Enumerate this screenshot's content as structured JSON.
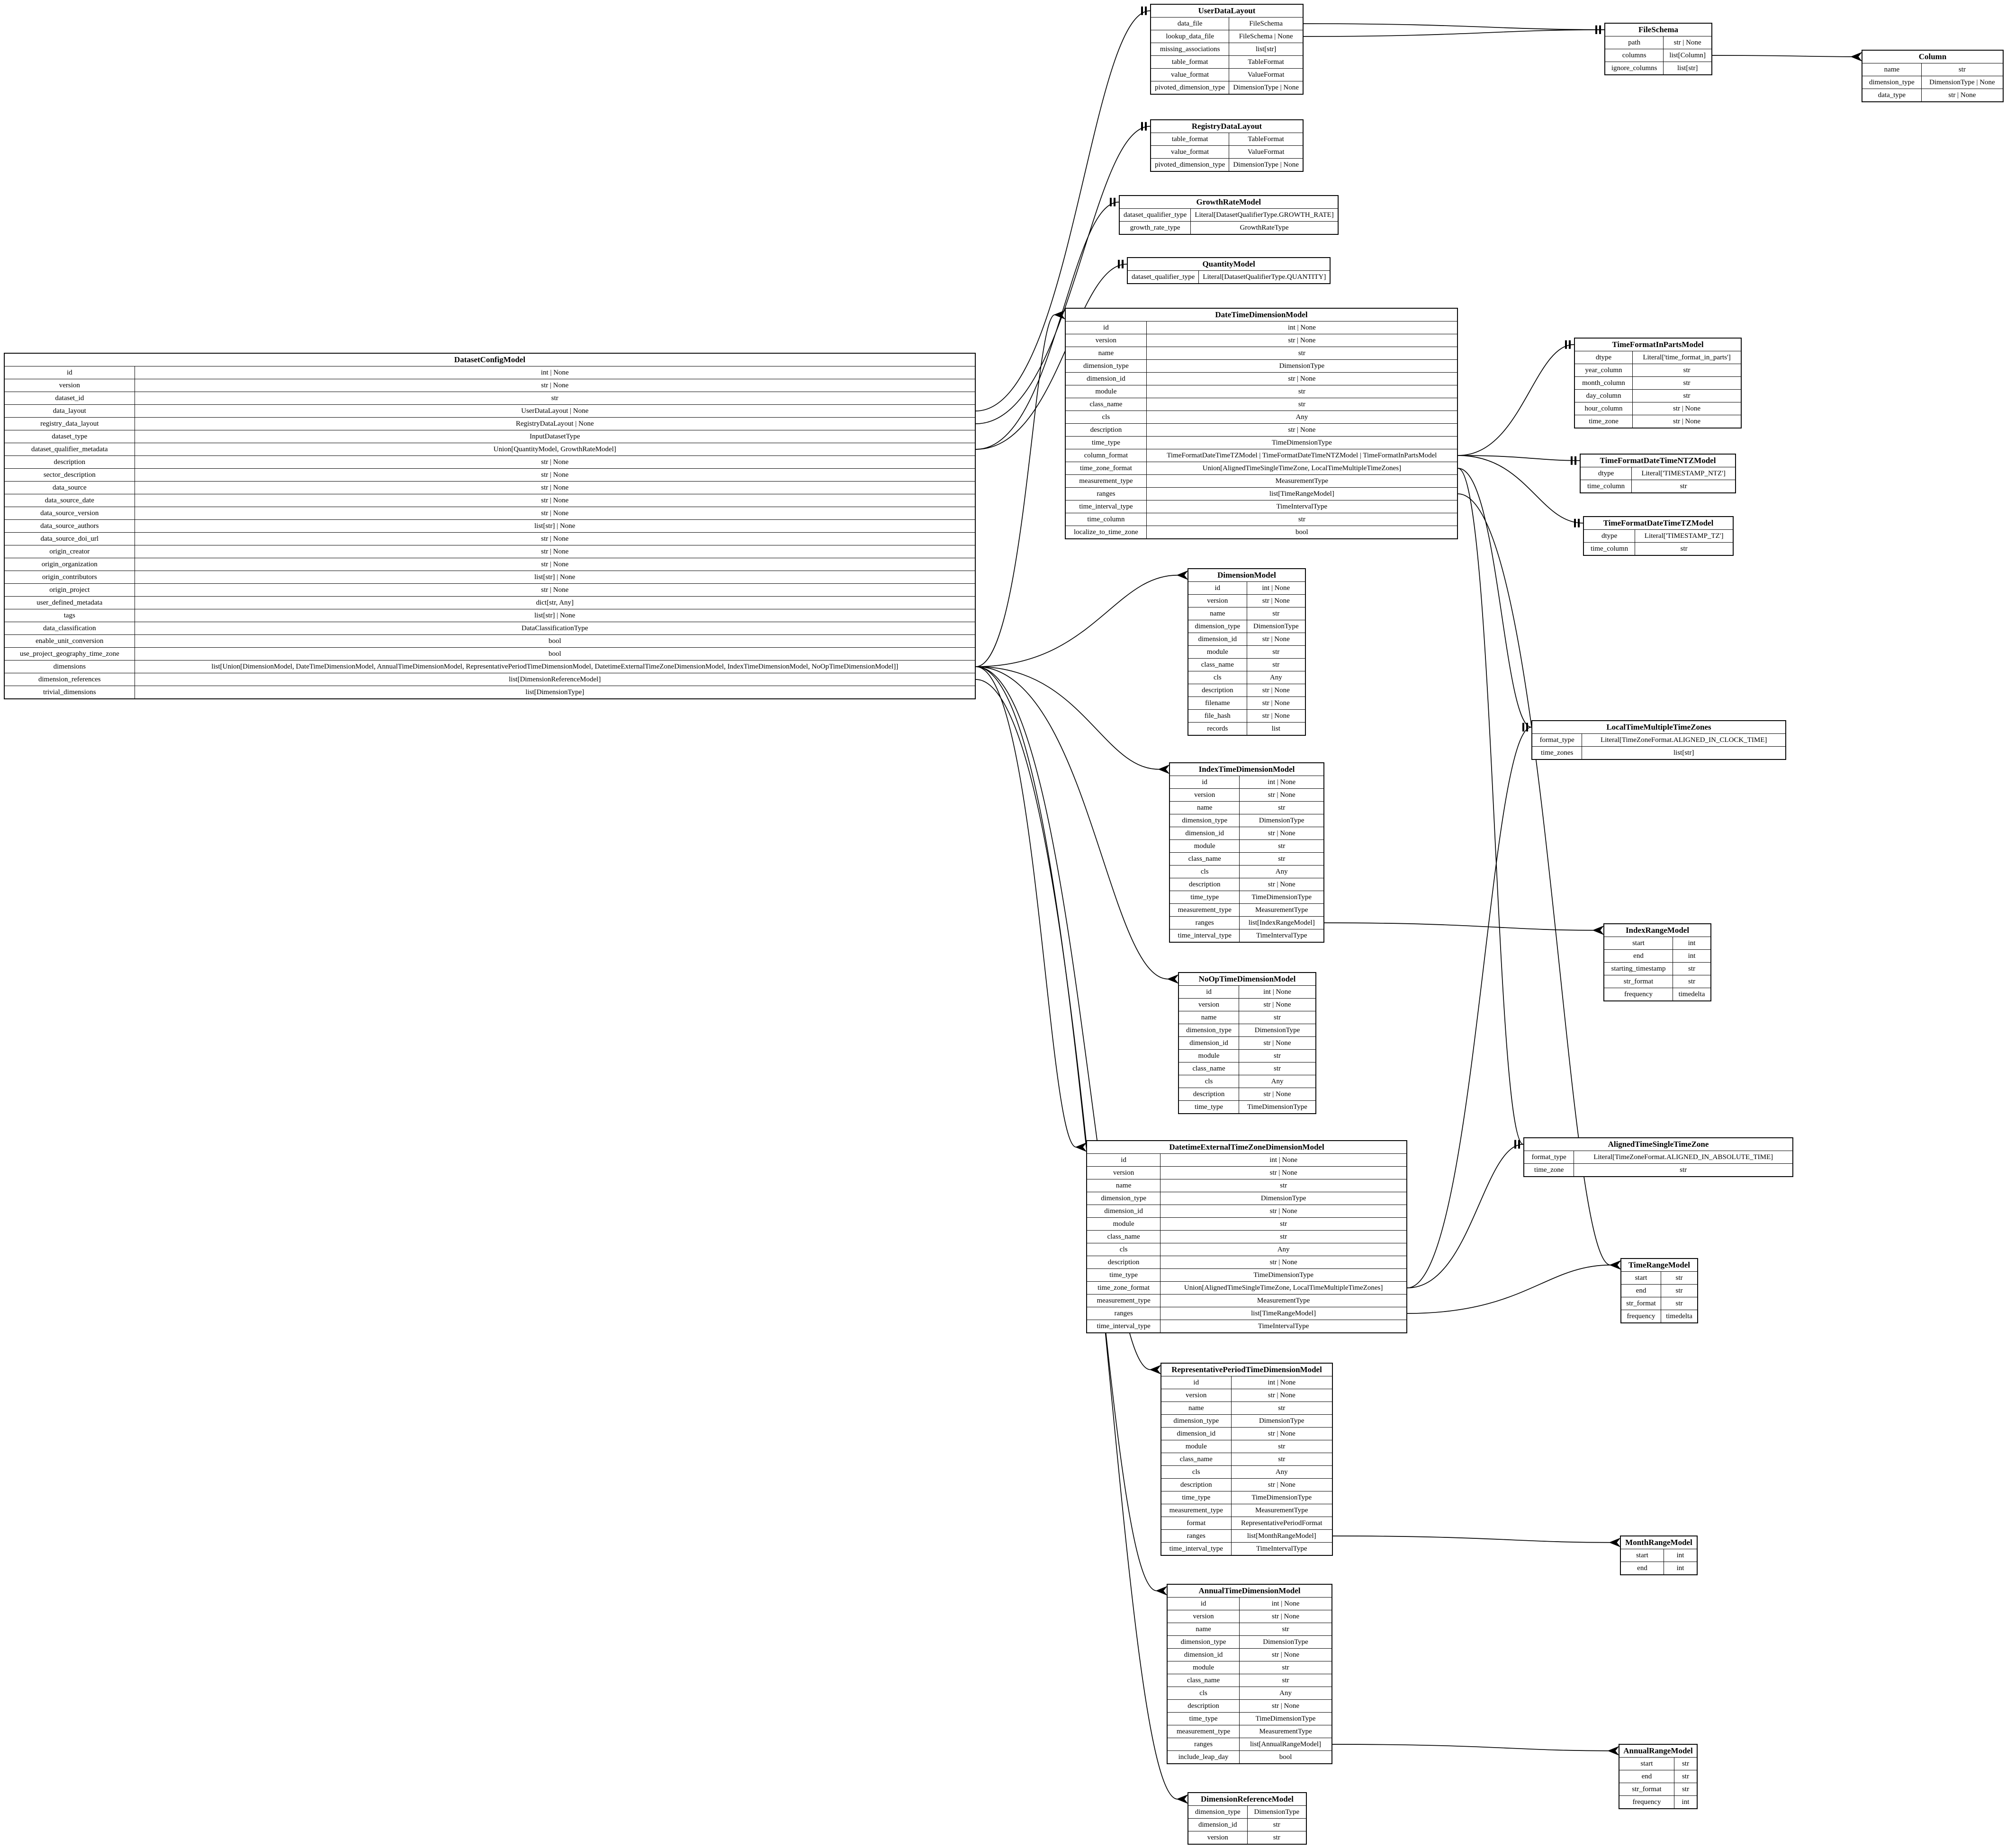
{
  "diagram": {
    "kind": "entity-relationship-class-diagram",
    "background": "#ffffff",
    "edge_color": "#000000",
    "text_color": "#000000"
  },
  "entities": [
    {
      "name": "DatasetConfigModel",
      "fields": [
        [
          "id",
          "int | None"
        ],
        [
          "version",
          "str | None"
        ],
        [
          "dataset_id",
          "str"
        ],
        [
          "data_layout",
          "UserDataLayout | None"
        ],
        [
          "registry_data_layout",
          "RegistryDataLayout | None"
        ],
        [
          "dataset_type",
          "InputDatasetType"
        ],
        [
          "dataset_qualifier_metadata",
          "Union[QuantityModel, GrowthRateModel]"
        ],
        [
          "description",
          "str | None"
        ],
        [
          "sector_description",
          "str | None"
        ],
        [
          "data_source",
          "str | None"
        ],
        [
          "data_source_date",
          "str | None"
        ],
        [
          "data_source_version",
          "str | None"
        ],
        [
          "data_source_authors",
          "list[str] | None"
        ],
        [
          "data_source_doi_url",
          "str | None"
        ],
        [
          "origin_creator",
          "str | None"
        ],
        [
          "origin_organization",
          "str | None"
        ],
        [
          "origin_contributors",
          "list[str] | None"
        ],
        [
          "origin_project",
          "str | None"
        ],
        [
          "user_defined_metadata",
          "dict[str, Any]"
        ],
        [
          "tags",
          "list[str] | None"
        ],
        [
          "data_classification",
          "DataClassificationType"
        ],
        [
          "enable_unit_conversion",
          "bool"
        ],
        [
          "use_project_geography_time_zone",
          "bool"
        ],
        [
          "dimensions",
          "list[Union[DimensionModel, DateTimeDimensionModel, AnnualTimeDimensionModel, RepresentativePeriodTimeDimensionModel, DatetimeExternalTimeZoneDimensionModel, IndexTimeDimensionModel, NoOpTimeDimensionModel]]"
        ],
        [
          "dimension_references",
          "list[DimensionReferenceModel]"
        ],
        [
          "trivial_dimensions",
          "list[DimensionType]"
        ]
      ]
    },
    {
      "name": "UserDataLayout",
      "fields": [
        [
          "data_file",
          "FileSchema"
        ],
        [
          "lookup_data_file",
          "FileSchema | None"
        ],
        [
          "missing_associations",
          "list[str]"
        ],
        [
          "table_format",
          "TableFormat"
        ],
        [
          "value_format",
          "ValueFormat"
        ],
        [
          "pivoted_dimension_type",
          "DimensionType | None"
        ]
      ]
    },
    {
      "name": "RegistryDataLayout",
      "fields": [
        [
          "table_format",
          "TableFormat"
        ],
        [
          "value_format",
          "ValueFormat"
        ],
        [
          "pivoted_dimension_type",
          "DimensionType | None"
        ]
      ]
    },
    {
      "name": "GrowthRateModel",
      "fields": [
        [
          "dataset_qualifier_type",
          "Literal[DatasetQualifierType.GROWTH_RATE]"
        ],
        [
          "growth_rate_type",
          "GrowthRateType"
        ]
      ]
    },
    {
      "name": "QuantityModel",
      "fields": [
        [
          "dataset_qualifier_type",
          "Literal[DatasetQualifierType.QUANTITY]"
        ]
      ]
    },
    {
      "name": "FileSchema",
      "fields": [
        [
          "path",
          "str | None"
        ],
        [
          "columns",
          "list[Column]"
        ],
        [
          "ignore_columns",
          "list[str]"
        ]
      ]
    },
    {
      "name": "Column",
      "fields": [
        [
          "name",
          "str"
        ],
        [
          "dimension_type",
          "DimensionType | None"
        ],
        [
          "data_type",
          "str | None"
        ]
      ]
    },
    {
      "name": "DateTimeDimensionModel",
      "fields": [
        [
          "id",
          "int | None"
        ],
        [
          "version",
          "str | None"
        ],
        [
          "name",
          "str"
        ],
        [
          "dimension_type",
          "DimensionType"
        ],
        [
          "dimension_id",
          "str | None"
        ],
        [
          "module",
          "str"
        ],
        [
          "class_name",
          "str"
        ],
        [
          "cls",
          "Any"
        ],
        [
          "description",
          "str | None"
        ],
        [
          "time_type",
          "TimeDimensionType"
        ],
        [
          "column_format",
          "TimeFormatDateTimeTZModel | TimeFormatDateTimeNTZModel | TimeFormatInPartsModel"
        ],
        [
          "time_zone_format",
          "Union[AlignedTimeSingleTimeZone, LocalTimeMultipleTimeZones]"
        ],
        [
          "measurement_type",
          "MeasurementType"
        ],
        [
          "ranges",
          "list[TimeRangeModel]"
        ],
        [
          "time_interval_type",
          "TimeIntervalType"
        ],
        [
          "time_column",
          "str"
        ],
        [
          "localize_to_time_zone",
          "bool"
        ]
      ]
    },
    {
      "name": "TimeFormatInPartsModel",
      "fields": [
        [
          "dtype",
          "Literal['time_format_in_parts']"
        ],
        [
          "year_column",
          "str"
        ],
        [
          "month_column",
          "str"
        ],
        [
          "day_column",
          "str"
        ],
        [
          "hour_column",
          "str | None"
        ],
        [
          "time_zone",
          "str | None"
        ]
      ]
    },
    {
      "name": "TimeFormatDateTimeNTZModel",
      "fields": [
        [
          "dtype",
          "Literal['TIMESTAMP_NTZ']"
        ],
        [
          "time_column",
          "str"
        ]
      ]
    },
    {
      "name": "TimeFormatDateTimeTZModel",
      "fields": [
        [
          "dtype",
          "Literal['TIMESTAMP_TZ']"
        ],
        [
          "time_column",
          "str"
        ]
      ]
    },
    {
      "name": "DimensionModel",
      "fields": [
        [
          "id",
          "int | None"
        ],
        [
          "version",
          "str | None"
        ],
        [
          "name",
          "str"
        ],
        [
          "dimension_type",
          "DimensionType"
        ],
        [
          "dimension_id",
          "str | None"
        ],
        [
          "module",
          "str"
        ],
        [
          "class_name",
          "str"
        ],
        [
          "cls",
          "Any"
        ],
        [
          "description",
          "str | None"
        ],
        [
          "filename",
          "str | None"
        ],
        [
          "file_hash",
          "str | None"
        ],
        [
          "records",
          "list"
        ]
      ]
    },
    {
      "name": "LocalTimeMultipleTimeZones",
      "fields": [
        [
          "format_type",
          "Literal[TimeZoneFormat.ALIGNED_IN_CLOCK_TIME]"
        ],
        [
          "time_zones",
          "list[str]"
        ]
      ]
    },
    {
      "name": "IndexTimeDimensionModel",
      "fields": [
        [
          "id",
          "int | None"
        ],
        [
          "version",
          "str | None"
        ],
        [
          "name",
          "str"
        ],
        [
          "dimension_type",
          "DimensionType"
        ],
        [
          "dimension_id",
          "str | None"
        ],
        [
          "module",
          "str"
        ],
        [
          "class_name",
          "str"
        ],
        [
          "cls",
          "Any"
        ],
        [
          "description",
          "str | None"
        ],
        [
          "time_type",
          "TimeDimensionType"
        ],
        [
          "measurement_type",
          "MeasurementType"
        ],
        [
          "ranges",
          "list[IndexRangeModel]"
        ],
        [
          "time_interval_type",
          "TimeIntervalType"
        ]
      ]
    },
    {
      "name": "IndexRangeModel",
      "fields": [
        [
          "start",
          "int"
        ],
        [
          "end",
          "int"
        ],
        [
          "starting_timestamp",
          "str"
        ],
        [
          "str_format",
          "str"
        ],
        [
          "frequency",
          "timedelta"
        ]
      ]
    },
    {
      "name": "NoOpTimeDimensionModel",
      "fields": [
        [
          "id",
          "int | None"
        ],
        [
          "version",
          "str | None"
        ],
        [
          "name",
          "str"
        ],
        [
          "dimension_type",
          "DimensionType"
        ],
        [
          "dimension_id",
          "str | None"
        ],
        [
          "module",
          "str"
        ],
        [
          "class_name",
          "str"
        ],
        [
          "cls",
          "Any"
        ],
        [
          "description",
          "str | None"
        ],
        [
          "time_type",
          "TimeDimensionType"
        ]
      ]
    },
    {
      "name": "DatetimeExternalTimeZoneDimensionModel",
      "fields": [
        [
          "id",
          "int | None"
        ],
        [
          "version",
          "str | None"
        ],
        [
          "name",
          "str"
        ],
        [
          "dimension_type",
          "DimensionType"
        ],
        [
          "dimension_id",
          "str | None"
        ],
        [
          "module",
          "str"
        ],
        [
          "class_name",
          "str"
        ],
        [
          "cls",
          "Any"
        ],
        [
          "description",
          "str | None"
        ],
        [
          "time_type",
          "TimeDimensionType"
        ],
        [
          "time_zone_format",
          "Union[AlignedTimeSingleTimeZone, LocalTimeMultipleTimeZones]"
        ],
        [
          "measurement_type",
          "MeasurementType"
        ],
        [
          "ranges",
          "list[TimeRangeModel]"
        ],
        [
          "time_interval_type",
          "TimeIntervalType"
        ]
      ]
    },
    {
      "name": "AlignedTimeSingleTimeZone",
      "fields": [
        [
          "format_type",
          "Literal[TimeZoneFormat.ALIGNED_IN_ABSOLUTE_TIME]"
        ],
        [
          "time_zone",
          "str"
        ]
      ]
    },
    {
      "name": "TimeRangeModel",
      "fields": [
        [
          "start",
          "str"
        ],
        [
          "end",
          "str"
        ],
        [
          "str_format",
          "str"
        ],
        [
          "frequency",
          "timedelta"
        ]
      ]
    },
    {
      "name": "RepresentativePeriodTimeDimensionModel",
      "fields": [
        [
          "id",
          "int | None"
        ],
        [
          "version",
          "str | None"
        ],
        [
          "name",
          "str"
        ],
        [
          "dimension_type",
          "DimensionType"
        ],
        [
          "dimension_id",
          "str | None"
        ],
        [
          "module",
          "str"
        ],
        [
          "class_name",
          "str"
        ],
        [
          "cls",
          "Any"
        ],
        [
          "description",
          "str | None"
        ],
        [
          "time_type",
          "TimeDimensionType"
        ],
        [
          "measurement_type",
          "MeasurementType"
        ],
        [
          "format",
          "RepresentativePeriodFormat"
        ],
        [
          "ranges",
          "list[MonthRangeModel]"
        ],
        [
          "time_interval_type",
          "TimeIntervalType"
        ]
      ]
    },
    {
      "name": "MonthRangeModel",
      "fields": [
        [
          "start",
          "int"
        ],
        [
          "end",
          "int"
        ]
      ]
    },
    {
      "name": "AnnualTimeDimensionModel",
      "fields": [
        [
          "id",
          "int | None"
        ],
        [
          "version",
          "str | None"
        ],
        [
          "name",
          "str"
        ],
        [
          "dimension_type",
          "DimensionType"
        ],
        [
          "dimension_id",
          "str | None"
        ],
        [
          "module",
          "str"
        ],
        [
          "class_name",
          "str"
        ],
        [
          "cls",
          "Any"
        ],
        [
          "description",
          "str | None"
        ],
        [
          "time_type",
          "TimeDimensionType"
        ],
        [
          "measurement_type",
          "MeasurementType"
        ],
        [
          "ranges",
          "list[AnnualRangeModel]"
        ],
        [
          "include_leap_day",
          "bool"
        ]
      ]
    },
    {
      "name": "AnnualRangeModel",
      "fields": [
        [
          "start",
          "str"
        ],
        [
          "end",
          "str"
        ],
        [
          "str_format",
          "str"
        ],
        [
          "frequency",
          "int"
        ]
      ]
    },
    {
      "name": "DimensionReferenceModel",
      "fields": [
        [
          "dimension_type",
          "DimensionType"
        ],
        [
          "dimension_id",
          "str"
        ],
        [
          "version",
          "str"
        ]
      ]
    }
  ],
  "edges": [
    {
      "from": "DatasetConfigModel.data_layout",
      "to": "UserDataLayout",
      "cardinality": "one"
    },
    {
      "from": "DatasetConfigModel.registry_data_layout",
      "to": "RegistryDataLayout",
      "cardinality": "one"
    },
    {
      "from": "DatasetConfigModel.dataset_qualifier_metadata",
      "to": "GrowthRateModel",
      "cardinality": "one"
    },
    {
      "from": "DatasetConfigModel.dataset_qualifier_metadata",
      "to": "QuantityModel",
      "cardinality": "one"
    },
    {
      "from": "DatasetConfigModel.dimensions",
      "to": "DimensionModel",
      "cardinality": "many"
    },
    {
      "from": "DatasetConfigModel.dimensions",
      "to": "DateTimeDimensionModel",
      "cardinality": "many"
    },
    {
      "from": "DatasetConfigModel.dimensions",
      "to": "AnnualTimeDimensionModel",
      "cardinality": "many"
    },
    {
      "from": "DatasetConfigModel.dimensions",
      "to": "RepresentativePeriodTimeDimensionModel",
      "cardinality": "many"
    },
    {
      "from": "DatasetConfigModel.dimensions",
      "to": "DatetimeExternalTimeZoneDimensionModel",
      "cardinality": "many"
    },
    {
      "from": "DatasetConfigModel.dimensions",
      "to": "IndexTimeDimensionModel",
      "cardinality": "many"
    },
    {
      "from": "DatasetConfigModel.dimensions",
      "to": "NoOpTimeDimensionModel",
      "cardinality": "many"
    },
    {
      "from": "DatasetConfigModel.dimension_references",
      "to": "DimensionReferenceModel",
      "cardinality": "many"
    },
    {
      "from": "UserDataLayout.data_file",
      "to": "FileSchema",
      "cardinality": "one"
    },
    {
      "from": "UserDataLayout.lookup_data_file",
      "to": "FileSchema",
      "cardinality": "one"
    },
    {
      "from": "FileSchema.columns",
      "to": "Column",
      "cardinality": "many"
    },
    {
      "from": "DateTimeDimensionModel.column_format",
      "to": "TimeFormatInPartsModel",
      "cardinality": "one"
    },
    {
      "from": "DateTimeDimensionModel.column_format",
      "to": "TimeFormatDateTimeNTZModel",
      "cardinality": "one"
    },
    {
      "from": "DateTimeDimensionModel.column_format",
      "to": "TimeFormatDateTimeTZModel",
      "cardinality": "one"
    },
    {
      "from": "DateTimeDimensionModel.time_zone_format",
      "to": "AlignedTimeSingleTimeZone",
      "cardinality": "one"
    },
    {
      "from": "DateTimeDimensionModel.time_zone_format",
      "to": "LocalTimeMultipleTimeZones",
      "cardinality": "one"
    },
    {
      "from": "DateTimeDimensionModel.ranges",
      "to": "TimeRangeModel",
      "cardinality": "many"
    },
    {
      "from": "IndexTimeDimensionModel.ranges",
      "to": "IndexRangeModel",
      "cardinality": "many"
    },
    {
      "from": "DatetimeExternalTimeZoneDimensionModel.time_zone_format",
      "to": "AlignedTimeSingleTimeZone",
      "cardinality": "one"
    },
    {
      "from": "DatetimeExternalTimeZoneDimensionModel.time_zone_format",
      "to": "LocalTimeMultipleTimeZones",
      "cardinality": "one"
    },
    {
      "from": "DatetimeExternalTimeZoneDimensionModel.ranges",
      "to": "TimeRangeModel",
      "cardinality": "many"
    },
    {
      "from": "RepresentativePeriodTimeDimensionModel.ranges",
      "to": "MonthRangeModel",
      "cardinality": "many"
    },
    {
      "from": "AnnualTimeDimensionModel.ranges",
      "to": "AnnualRangeModel",
      "cardinality": "many"
    }
  ]
}
